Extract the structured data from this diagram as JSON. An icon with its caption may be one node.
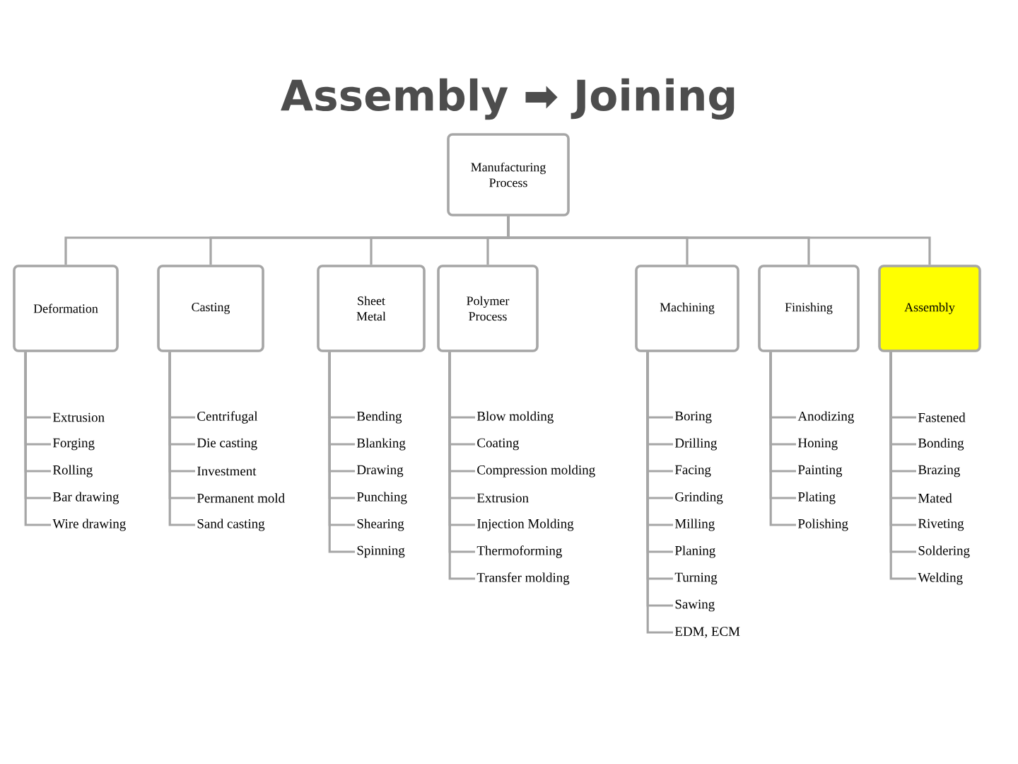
{
  "diagram": {
    "title": "Assembly ➡ Joining",
    "nodes": [
      {
        "text": [
          "Manufacturing Process"
        ]
      },
      {
        "text": [
          "Deformation"
        ]
      },
      {
        "text": [
          "Casting"
        ]
      },
      {
        "text": [
          "Sheet Metal"
        ]
      },
      {
        "text": [
          "Polymer Process"
        ]
      },
      {
        "text": [
          "Machining"
        ]
      },
      {
        "text": [
          "Finishing"
        ]
      },
      {
        "text": [
          "Assembly"
        ]
      },
      {
        "text": [
          "Extrusion"
        ]
      },
      {
        "text": [
          "Forging"
        ]
      },
      {
        "text": [
          "Rolling"
        ]
      },
      {
        "text": [
          "Bar drawing"
        ]
      },
      {
        "text": [
          "Wire drawing"
        ]
      },
      {
        "text": [
          "Centrifugal"
        ]
      },
      {
        "text": [
          "Die casting"
        ]
      },
      {
        "text": [
          "Investment"
        ]
      },
      {
        "text": [
          "Permanent mold"
        ]
      },
      {
        "text": [
          "Sand casting"
        ]
      },
      {
        "text": [
          "Bending"
        ]
      },
      {
        "text": [
          "Blanking"
        ]
      },
      {
        "text": [
          "Drawing"
        ]
      },
      {
        "text": [
          "Punching"
        ]
      },
      {
        "text": [
          "Shearing"
        ]
      },
      {
        "text": [
          "Spinning"
        ]
      },
      {
        "text": [
          "Blow molding"
        ]
      },
      {
        "text": [
          "Coating"
        ]
      },
      {
        "text": [
          "Compression molding"
        ]
      },
      {
        "text": [
          "Extrusion"
        ]
      },
      {
        "text": [
          "Injection Molding"
        ]
      },
      {
        "text": [
          "Thermoforming"
        ]
      },
      {
        "text": [
          "Transfer molding"
        ]
      },
      {
        "text": [
          "Boring"
        ]
      },
      {
        "text": [
          "Drilling"
        ]
      },
      {
        "text": [
          "Facing"
        ]
      },
      {
        "text": [
          "Grinding"
        ]
      },
      {
        "text": [
          "Milling"
        ]
      },
      {
        "text": [
          "Planing"
        ]
      },
      {
        "text": [
          "Turning"
        ]
      },
      {
        "text": [
          "Sawing"
        ]
      },
      {
        "text": [
          "EDM, ECM"
        ]
      },
      {
        "text": [
          "Anodizing"
        ]
      },
      {
        "text": [
          "Honing"
        ]
      },
      {
        "text": [
          "Painting"
        ]
      },
      {
        "text": [
          "Plating"
        ]
      },
      {
        "text": [
          "Polishing"
        ]
      },
      {
        "text": [
          "Fastened"
        ]
      },
      {
        "text": [
          "Bonding"
        ]
      },
      {
        "text": [
          "Brazing"
        ]
      },
      {
        "text": [
          "Mated"
        ]
      },
      {
        "text": [
          "Riveting"
        ]
      },
      {
        "text": [
          "Soldering"
        ]
      },
      {
        "text": [
          "Welding"
        ]
      }
    ],
    "edges": [
      {
        "from": 0,
        "to": 1,
        "arrow": "none"
      },
      {
        "from": 0,
        "to": 2,
        "arrow": "none"
      },
      {
        "from": 0,
        "to": 3,
        "arrow": "none"
      },
      {
        "from": 0,
        "to": 4,
        "arrow": "none"
      },
      {
        "from": 0,
        "to": 5,
        "arrow": "none"
      },
      {
        "from": 0,
        "to": 6,
        "arrow": "none"
      },
      {
        "from": 0,
        "to": 7,
        "arrow": "none"
      },
      {
        "from": 1,
        "to": 8,
        "arrow": "none"
      },
      {
        "from": 1,
        "to": 9,
        "arrow": "none"
      },
      {
        "from": 1,
        "to": 10,
        "arrow": "none"
      },
      {
        "from": 1,
        "to": 11,
        "arrow": "none"
      },
      {
        "from": 1,
        "to": 12,
        "arrow": "none"
      },
      {
        "from": 2,
        "to": 13,
        "arrow": "none"
      },
      {
        "from": 2,
        "to": 14,
        "arrow": "none"
      },
      {
        "from": 2,
        "to": 15,
        "arrow": "none"
      },
      {
        "from": 2,
        "to": 16,
        "arrow": "none"
      },
      {
        "from": 2,
        "to": 17,
        "arrow": "none"
      },
      {
        "from": 3,
        "to": 18,
        "arrow": "none"
      },
      {
        "from": 3,
        "to": 19,
        "arrow": "none"
      },
      {
        "from": 3,
        "to": 20,
        "arrow": "none"
      },
      {
        "from": 3,
        "to": 21,
        "arrow": "none"
      },
      {
        "from": 3,
        "to": 22,
        "arrow": "none"
      },
      {
        "from": 3,
        "to": 23,
        "arrow": "none"
      },
      {
        "from": 4,
        "to": 24,
        "arrow": "none"
      },
      {
        "from": 4,
        "to": 25,
        "arrow": "none"
      },
      {
        "from": 4,
        "to": 26,
        "arrow": "none"
      },
      {
        "from": 4,
        "to": 27,
        "arrow": "none"
      },
      {
        "from": 4,
        "to": 28,
        "arrow": "none"
      },
      {
        "from": 4,
        "to": 29,
        "arrow": "none"
      },
      {
        "from": 4,
        "to": 30,
        "arrow": "none"
      },
      {
        "from": 5,
        "to": 31,
        "arrow": "none"
      },
      {
        "from": 5,
        "to": 32,
        "arrow": "none"
      },
      {
        "from": 5,
        "to": 33,
        "arrow": "none"
      },
      {
        "from": 5,
        "to": 34,
        "arrow": "none"
      },
      {
        "from": 5,
        "to": 35,
        "arrow": "none"
      },
      {
        "from": 5,
        "to": 36,
        "arrow": "none"
      },
      {
        "from": 5,
        "to": 37,
        "arrow": "none"
      },
      {
        "from": 5,
        "to": 38,
        "arrow": "none"
      },
      {
        "from": 5,
        "to": 39,
        "arrow": "none"
      },
      {
        "from": 6,
        "to": 40,
        "arrow": "none"
      },
      {
        "from": 6,
        "to": 41,
        "arrow": "none"
      },
      {
        "from": 6,
        "to": 42,
        "arrow": "none"
      },
      {
        "from": 6,
        "to": 43,
        "arrow": "none"
      },
      {
        "from": 6,
        "to": 44,
        "arrow": "none"
      },
      {
        "from": 7,
        "to": 45,
        "arrow": "none"
      },
      {
        "from": 7,
        "to": 46,
        "arrow": "none"
      },
      {
        "from": 7,
        "to": 47,
        "arrow": "none"
      },
      {
        "from": 7,
        "to": 48,
        "arrow": "none"
      },
      {
        "from": 7,
        "to": 49,
        "arrow": "none"
      },
      {
        "from": 7,
        "to": 50,
        "arrow": "none"
      },
      {
        "from": 7,
        "to": 51,
        "arrow": "none"
      }
    ]
  }
}
